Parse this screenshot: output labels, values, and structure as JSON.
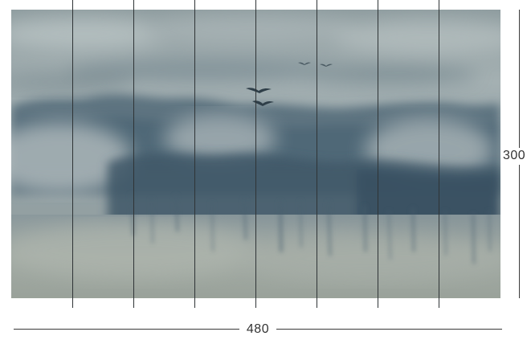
{
  "artwork": {
    "subject": "misty-landscape-watercolor",
    "panel_count": 8,
    "colors": {
      "sky": "#9aa7aa",
      "haze": "#b7c1c2",
      "treeline": "#445e6d",
      "deep_blue": "#3e5769",
      "ground": "#a2aaa2",
      "panel_divider": "#2f3436"
    }
  },
  "dimensions": {
    "width_label": "480",
    "height_label": "300"
  }
}
